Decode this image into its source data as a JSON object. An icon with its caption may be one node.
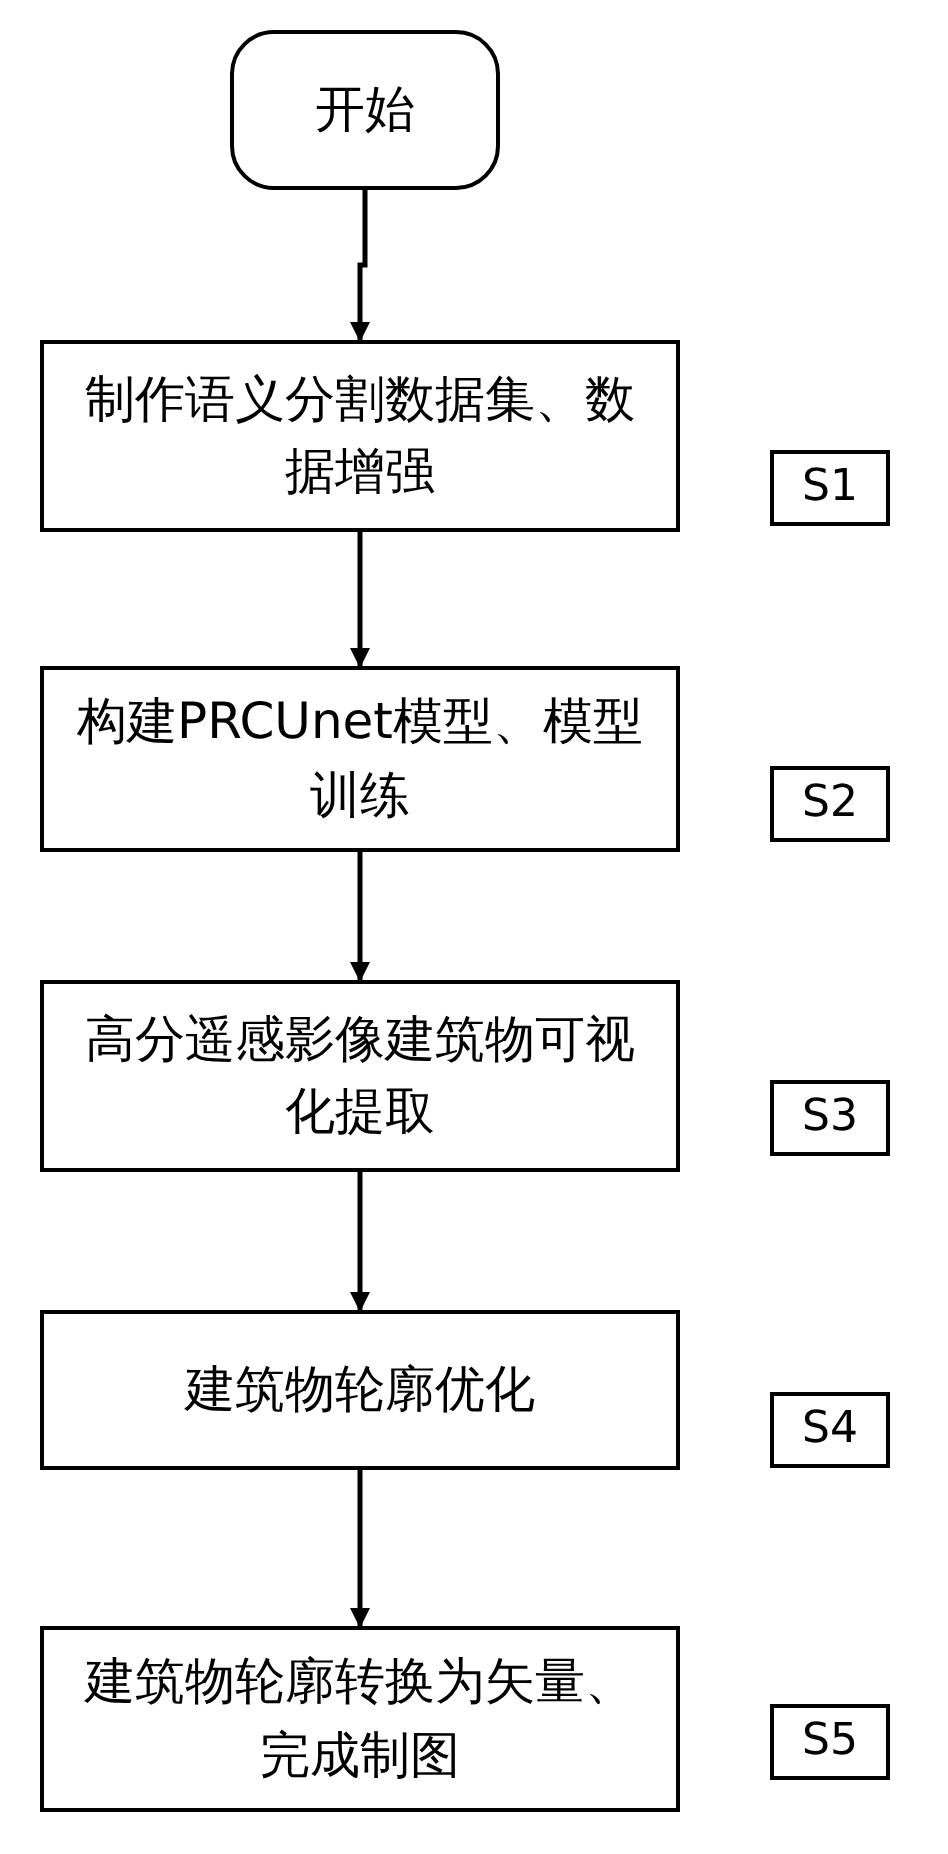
{
  "diagram": {
    "nodes": [
      {
        "text": [
          "开始"
        ]
      },
      {
        "text": [
          "制作语义分割数据集、数据增强"
        ]
      },
      {
        "text": [
          "S1"
        ]
      },
      {
        "text": [
          "构建PRCUnet模型、模型训练"
        ]
      },
      {
        "text": [
          "S2"
        ]
      },
      {
        "text": [
          "高分遥感影像建筑物可视化提取"
        ]
      },
      {
        "text": [
          "S3"
        ]
      },
      {
        "text": [
          "建筑物轮廓优化"
        ]
      },
      {
        "text": [
          "S4"
        ]
      },
      {
        "text": [
          "建筑物轮廓转换为矢量、完成制图"
        ]
      },
      {
        "text": [
          "S5"
        ]
      }
    ],
    "edges": [
      {
        "from": 0,
        "to": 1,
        "arrow": "to"
      },
      {
        "from": 1,
        "to": 3,
        "arrow": "to"
      },
      {
        "from": 3,
        "to": 5,
        "arrow": "to"
      },
      {
        "from": 5,
        "to": 7,
        "arrow": "to"
      },
      {
        "from": 7,
        "to": 9,
        "arrow": "to"
      }
    ]
  }
}
